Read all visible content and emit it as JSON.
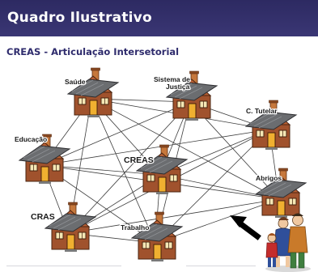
{
  "header": {
    "title": "Quadro Ilustrativo",
    "background": "#2d2a62",
    "text_color": "#ffffff"
  },
  "subtitle": {
    "text": "CREAS - Articulação Intersetorial",
    "color": "#2f2c6d"
  },
  "diagram": {
    "center": {
      "id": "creas",
      "label": "CREAS"
    },
    "nodes": [
      {
        "id": "saude",
        "label": "Saúde"
      },
      {
        "id": "sistema-justica",
        "label": "Sistema de\nJustiça"
      },
      {
        "id": "c-tutelar",
        "label": "C. Tutelar"
      },
      {
        "id": "educacao",
        "label": "Educação"
      },
      {
        "id": "creas",
        "label": "CREAS"
      },
      {
        "id": "abrigos",
        "label": "Abrigos"
      },
      {
        "id": "cras",
        "label": "CRAS"
      },
      {
        "id": "trabalho",
        "label": "Trabalho"
      }
    ],
    "icons": [
      "house-icon",
      "family-icon",
      "arrow-icon"
    ],
    "colors": {
      "wall": "#a0522d",
      "roof": "#6b6d70",
      "chimney": "#c6783c",
      "lines": "#3d3d3d"
    }
  }
}
